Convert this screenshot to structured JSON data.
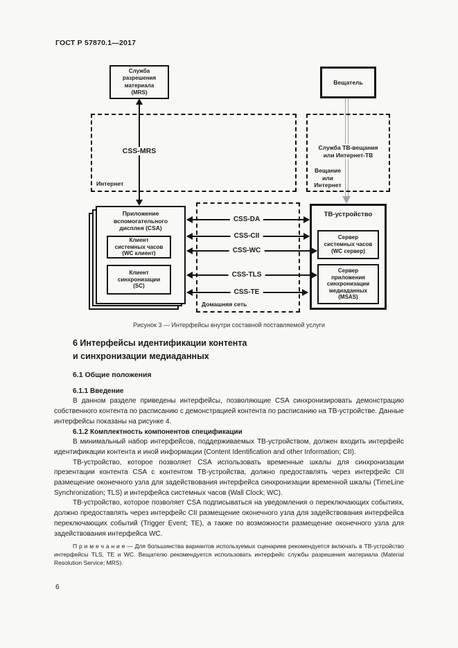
{
  "colors": {
    "page_bg": "#f8f8f6",
    "line_black": "#141414",
    "broadcast_arrow_gray": "#a4a4a4"
  },
  "page": {
    "header": "ГОСТ Р 57870.1—2017",
    "page_number": "6"
  },
  "diagram": {
    "mrs_box_label": "Служба\nразрешения\nматериала\n(MRS)",
    "broadcaster_box_label": "Вещатель",
    "internet_zone_label": "Интернет",
    "css_mrs_label": "CSS-MRS",
    "tv_service_zone_title": "Служба ТВ-вещания\nили Интернет-ТВ",
    "tv_service_zone_side_label": "Вещание\nили\nИнтернет",
    "home_network_label": "Домашняя сеть",
    "csa_title": "Приложение\nвспомогательного\nдисплея (CSA)",
    "wc_client_label": "Клиент\nсистемных часов\n(WC клиент)",
    "sc_client_label": "Клиент\nсинхронизации\n(SC)",
    "tv_device_title": "ТВ-устройство",
    "wc_server_label": "Сервер\nсистемных часов\n(WC сервер)",
    "msas_server_label": "Сервер\nприложения\nсинхронизации\nмедиаданных\n(MSAS)",
    "interfaces": [
      "CSS-DA",
      "CSS-CII",
      "CSS-WC",
      "CSS-TLS",
      "CSS-TE"
    ],
    "caption": "Рисунок 3 — Интерфейсы внутри составной поставляемой услуги"
  },
  "content": {
    "section_heading": "6  Интерфейсы идентификации контента\nи синхронизации медиаданных",
    "subsection_heading": "6.1  Общие положения",
    "clause_611_heading": "6.1.1  Введение",
    "p1": "В данном разделе приведены интерфейсы, позволяющие CSA синхронизировать демонстрацию собственного контента по расписанию с демонстрацией контента по расписанию на ТВ-устройстве. Данные интерфейсы показаны на рисунке 4.",
    "clause_612_heading": "6.1.2  Комплектность компонентов спецификации",
    "p2": "В минимальный набор интерфейсов, поддерживаемых ТВ-устройством, должен входить интерфейс идентификации контента и иной информации (Content Identification and other Information; CII).",
    "p3": "ТВ-устройство, которое позволяет CSA использовать временные шкалы для синхронизации презентации контента CSA с контентом ТВ-устройства, должно предоставлять через интерфейс CII размещение оконечного узла для задействования интерфейса синхронизации временной шкалы (TimeLine Synchronization; TLS) и интерфейса системных часов (Wall Clock; WC).",
    "p4": "ТВ-устройство, которое позволяет CSA подписываться на уведомления о переключающих событиях, должно предоставлять через интерфейс CII размещение оконечного узла для задействования интерфейса переключающих событий (Trigger Event; TE), а также по возможности размещение оконечного узла для задействования интерфейса WC.",
    "note": "П р и м е ч а н и е  — Для большинства вариантов используемых сценариев рекомендуется включать в ТВ-устройство интерфейсы TLS, ТЕ и WC. Вещателю рекомендуется использовать интерфейс службы разрешения материала (Material Resolution Service; MRS)."
  }
}
